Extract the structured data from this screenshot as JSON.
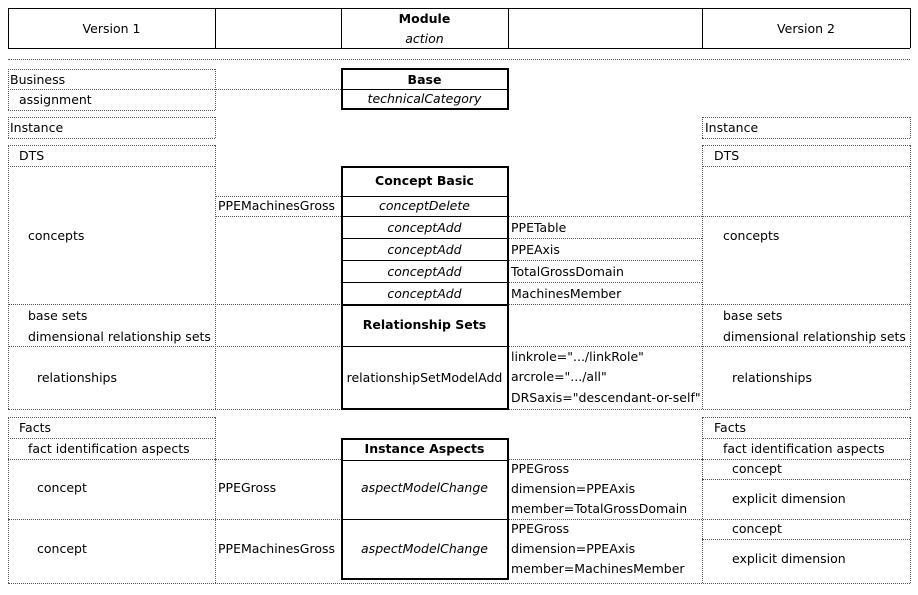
{
  "header": {
    "version1": "Version 1",
    "module": "Module",
    "action": "action",
    "version2": "Version 2"
  },
  "left": {
    "business": "Business",
    "assignment": "assignment",
    "instance": "Instance",
    "dts": "DTS",
    "concepts": "concepts",
    "base_sets": "base sets",
    "dim_rel_sets": "dimensional relationship sets",
    "relationships": "relationships",
    "facts": "Facts",
    "fact_id_aspects": "fact identification aspects",
    "concept1": "concept",
    "concept2": "concept"
  },
  "v1vals": {
    "ppe_machines_gross": "PPEMachinesGross",
    "ppe_gross": "PPEGross",
    "ppe_machines_gross_2": "PPEMachinesGross"
  },
  "module": {
    "base": "Base",
    "technical_category": "technicalCategory",
    "concept_basic": "Concept Basic",
    "concept_delete": "conceptDelete",
    "concept_add_1": "conceptAdd",
    "concept_add_2": "conceptAdd",
    "concept_add_3": "conceptAdd",
    "concept_add_4": "conceptAdd",
    "relationship_sets": "Relationship Sets",
    "rel_set_model_add": "relationshipSetModelAdd",
    "instance_aspects": "Instance Aspects",
    "aspect_model_change_1": "aspectModelChange",
    "aspect_model_change_2": "aspectModelChange"
  },
  "details": {
    "ppe_table": "PPETable",
    "ppe_axis": "PPEAxis",
    "total_gross_domain": "TotalGrossDomain",
    "machines_member": "MachinesMember",
    "linkrole": "linkrole=\".../linkRole\"",
    "arcrole": "arcrole=\".../all\"",
    "drsaxis": "DRSaxis=\"descendant-or-self\"",
    "ppe_gross_1": "PPEGross",
    "dimension_1": "dimension=PPEAxis",
    "member_1": "member=TotalGrossDomain",
    "ppe_gross_2": "PPEGross",
    "dimension_2": "dimension=PPEAxis",
    "member_2": "member=MachinesMember"
  },
  "right": {
    "instance": "Instance",
    "dts": "DTS",
    "concepts": "concepts",
    "base_sets": "base sets",
    "dim_rel_sets": "dimensional relationship sets",
    "relationships": "relationships",
    "facts": "Facts",
    "fact_id_aspects": "fact identification aspects",
    "concept1": "concept",
    "explicit_dim1": "explicit dimension",
    "concept2": "concept",
    "explicit_dim2": "explicit dimension"
  }
}
